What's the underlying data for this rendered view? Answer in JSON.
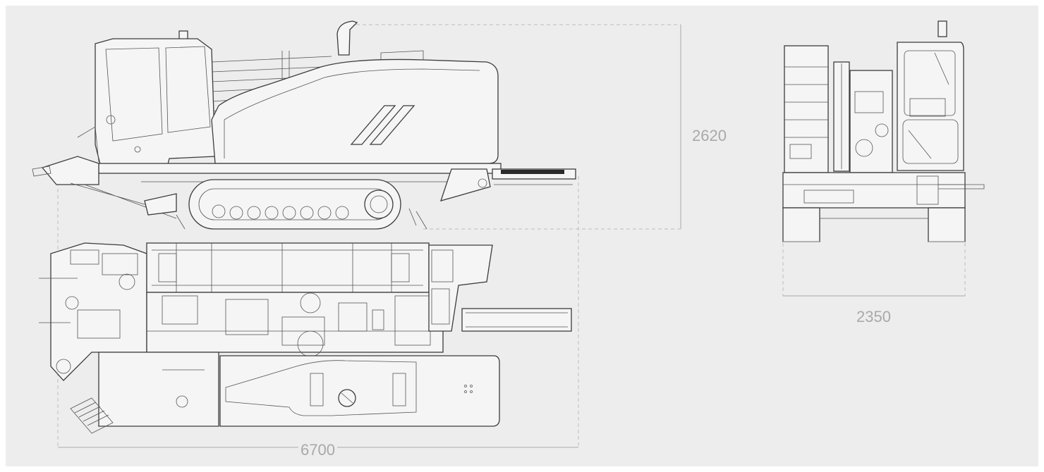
{
  "dimensions": {
    "length_label": "6700",
    "height_label": "2620",
    "width_label": "2350"
  },
  "colors": {
    "background": "#ededed",
    "line": "#3c3c3c",
    "dimension": "#a9a9a9"
  },
  "views": [
    "side-elevation",
    "top-plan",
    "rear-elevation"
  ]
}
